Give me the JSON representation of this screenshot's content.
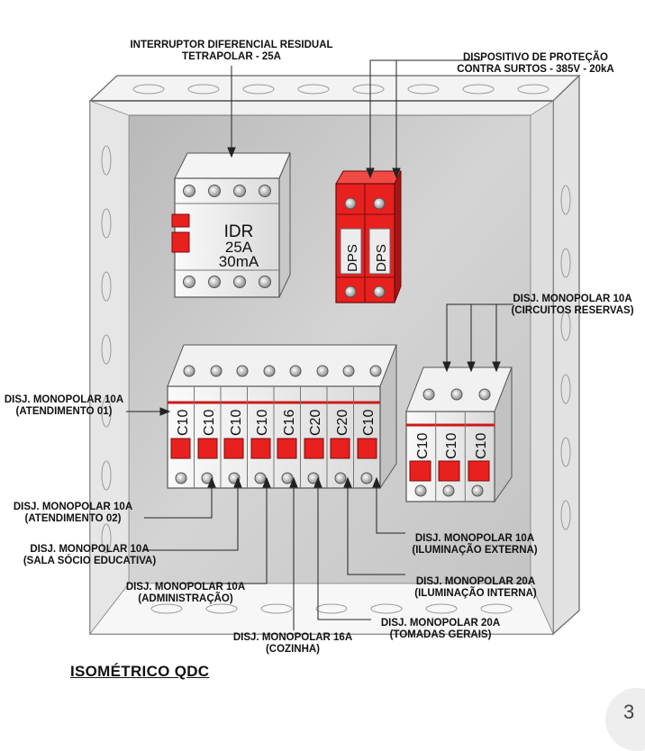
{
  "labels": {
    "idr_l1": "INTERRUPTOR DIFERENCIAL RESIDUAL",
    "idr_l2": "TETRAPOLAR - 25A",
    "dps_l1": "DISPOSITIVO DE PROTEÇÃO",
    "dps_l2": "CONTRA SURTOS - 385V - 20kA",
    "reservas_l1": "DISJ. MONOPOLAR 10A",
    "reservas_l2": "(CIRCUITOS RESERVAS)",
    "atend01_l1": "DISJ. MONOPOLAR 10A",
    "atend01_l2": "(ATENDIMENTO 01)",
    "atend02_l1": "DISJ. MONOPOLAR 10A",
    "atend02_l2": "(ATENDIMENTO 02)",
    "sala_l1": "DISJ. MONOPOLAR 10A",
    "sala_l2": "(SALA SÓCIO EDUCATIVA)",
    "admin_l1": "DISJ. MONOPOLAR 10A",
    "admin_l2": "(ADMINISTRAÇÃO)",
    "cozinha_l1": "DISJ. MONOPOLAR 16A",
    "cozinha_l2": "(COZINHA)",
    "tomadas_l1": "DISJ. MONOPOLAR 20A",
    "tomadas_l2": "(TOMADAS GERAIS)",
    "ilumint_l1": "DISJ. MONOPOLAR 20A",
    "ilumint_l2": "(ILUMINAÇÃO INTERNA)",
    "ilumext_l1": "DISJ. MONOPOLAR 10A",
    "ilumext_l2": "(ILUMINAÇÃO EXTERNA)"
  },
  "idr_face": {
    "line1": "IDR",
    "line2": "25A",
    "line3": "30mA"
  },
  "dps_face": [
    "DPS",
    "DPS"
  ],
  "breakers_main": [
    "C10",
    "C10",
    "C10",
    "C10",
    "C16",
    "C20",
    "C20",
    "C10"
  ],
  "breakers_reserve": [
    "C10",
    "C10",
    "C10"
  ],
  "footer": {
    "title": "ISOMÉTRICO QDC",
    "page": "3"
  },
  "colors": {
    "red": "#e8201e",
    "dark_red": "#b01212",
    "panel": "#c9c9c9",
    "box": "#ececec"
  }
}
